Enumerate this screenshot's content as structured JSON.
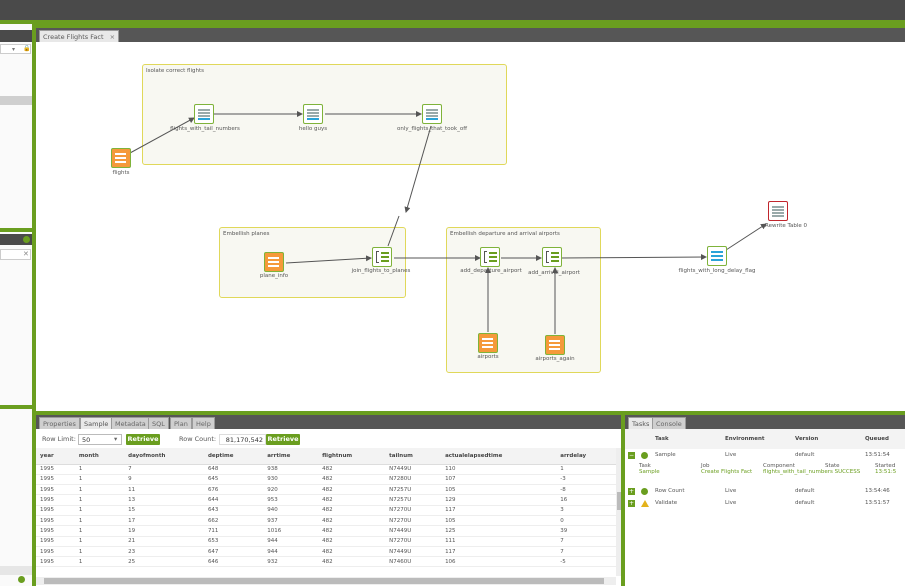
{
  "left_panel": {
    "search_clear": "✕"
  },
  "editor": {
    "tab_label": "Create Flights Fact",
    "tab_close": "×"
  },
  "groups": {
    "isolate": "Isolate correct flights",
    "planes": "Embellish planes",
    "airports": "Embellish departure and arrival airports"
  },
  "nodes": {
    "flights": "flights",
    "flights_with_tail": "flights_with_tail_numbers",
    "hello_guys": "hello guys",
    "only_flights": "only_flights_that_took_off",
    "plane_info": "plane_info",
    "join_flights": "join_flights_to_planes",
    "add_departure": "add_departure_airport",
    "add_arrival": "add_arrival_airport",
    "airports": "airports",
    "airports_again": "airports_again",
    "long_delay": "flights_with_long_delay_flag",
    "rewrite": "Rewrite Table 0"
  },
  "bottom": {
    "tabs": [
      "Properties",
      "Sample",
      "Metadata",
      "SQL",
      "Plan",
      "Help"
    ],
    "row_limit_label": "Row Limit:",
    "row_limit_value": "50",
    "retrieve": "Retrieve",
    "row_count_label": "Row Count:",
    "row_count_value": "81,170,542",
    "columns": [
      "year",
      "month",
      "dayofmonth",
      "deptime",
      "arrtime",
      "flightnum",
      "tailnum",
      "actualelapsedtime",
      "arrdelay"
    ],
    "rows": [
      [
        "1995",
        "1",
        "7",
        "648",
        "938",
        "482",
        "N7449U",
        "110",
        "1"
      ],
      [
        "1995",
        "1",
        "9",
        "645",
        "930",
        "482",
        "N7280U",
        "107",
        "-3"
      ],
      [
        "1995",
        "1",
        "11",
        "676",
        "920",
        "482",
        "N7257U",
        "105",
        "-8"
      ],
      [
        "1995",
        "1",
        "13",
        "644",
        "953",
        "482",
        "N7257U",
        "129",
        "16"
      ],
      [
        "1995",
        "1",
        "15",
        "643",
        "940",
        "482",
        "N7270U",
        "117",
        "3"
      ],
      [
        "1995",
        "1",
        "17",
        "662",
        "937",
        "482",
        "N7270U",
        "105",
        "0"
      ],
      [
        "1995",
        "1",
        "19",
        "711",
        "1016",
        "482",
        "N7449U",
        "125",
        "39"
      ],
      [
        "1995",
        "1",
        "21",
        "653",
        "944",
        "482",
        "N7270U",
        "111",
        "7"
      ],
      [
        "1995",
        "1",
        "23",
        "647",
        "944",
        "482",
        "N7449U",
        "117",
        "7"
      ],
      [
        "1995",
        "1",
        "25",
        "646",
        "932",
        "482",
        "N7460U",
        "106",
        "-5"
      ]
    ]
  },
  "tasks": {
    "tabs": [
      "Tasks",
      "Console"
    ],
    "columns": [
      "Task",
      "Environment",
      "Version",
      "Queued"
    ],
    "rows": [
      {
        "toggle": "−",
        "status": "ok",
        "task": "Sample",
        "env": "Live",
        "version": "default",
        "queued": "13:51:54"
      },
      {
        "toggle": "+",
        "status": "ok",
        "task": "Row Count",
        "env": "Live",
        "version": "default",
        "queued": "13:54:46"
      },
      {
        "toggle": "+",
        "status": "warn",
        "task": "Validate",
        "env": "Live",
        "version": "default",
        "queued": "13:51:57"
      }
    ],
    "detail": {
      "task_label": "Task",
      "task_value": "Sample",
      "job_label": "Job",
      "job_value": "Create Flights Fact",
      "component_label": "Component",
      "component_value": "flights_with_tail_numbers SUCCESS",
      "state_label": "State",
      "started_label": "Started",
      "started_value": "13:51:5"
    }
  }
}
